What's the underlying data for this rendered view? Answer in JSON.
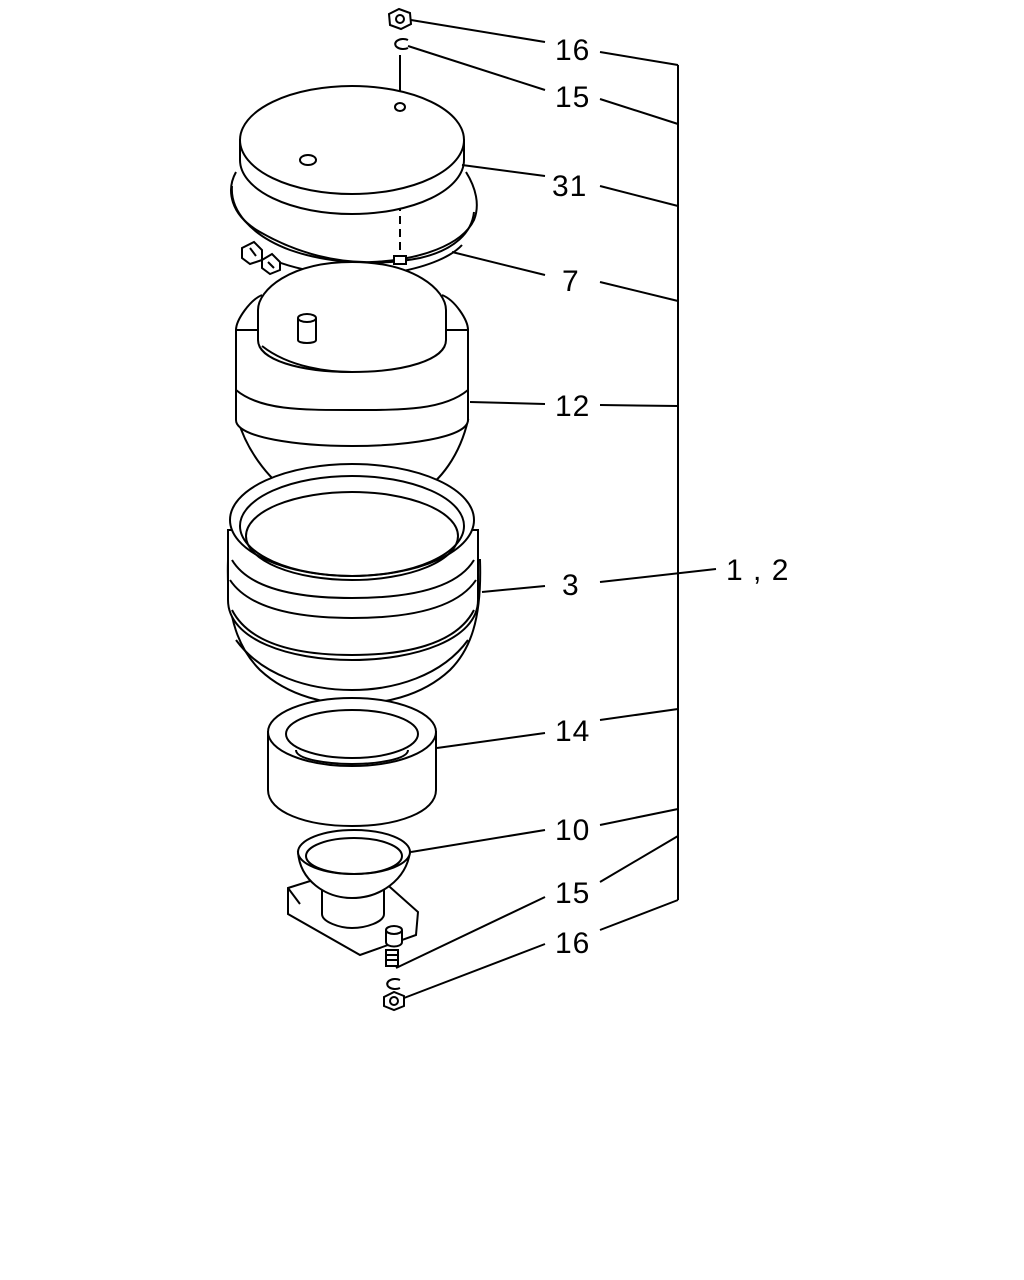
{
  "callouts": {
    "c16_top": "16",
    "c15_top": "15",
    "c31": "31",
    "c7": "7",
    "c12": "12",
    "c3": "3",
    "c1_2": "1 , 2",
    "c14": "14",
    "c10": "10",
    "c15_bottom": "15",
    "c16_bottom": "16"
  },
  "colors": {
    "line": "#000000",
    "background": "#ffffff"
  }
}
